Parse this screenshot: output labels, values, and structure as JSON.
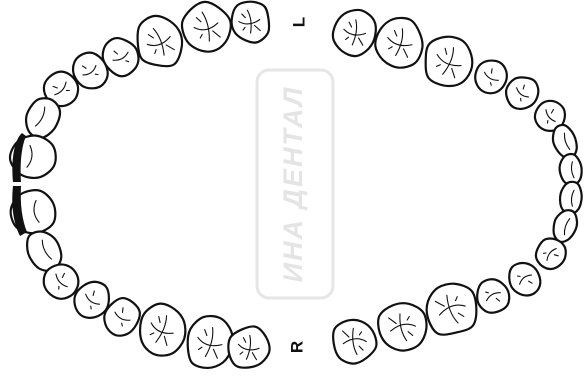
{
  "labels": {
    "left": "L",
    "right": "R"
  },
  "watermark": {
    "text": "ИНА ДЕНТАЛ"
  },
  "colors": {
    "outline": "#111111",
    "tooth_fill": "#ffffff",
    "watermark": "#e4e4e4",
    "background": "#ffffff"
  },
  "marked_teeth": [
    "upper-central-incisor-left",
    "upper-central-incisor-right"
  ]
}
